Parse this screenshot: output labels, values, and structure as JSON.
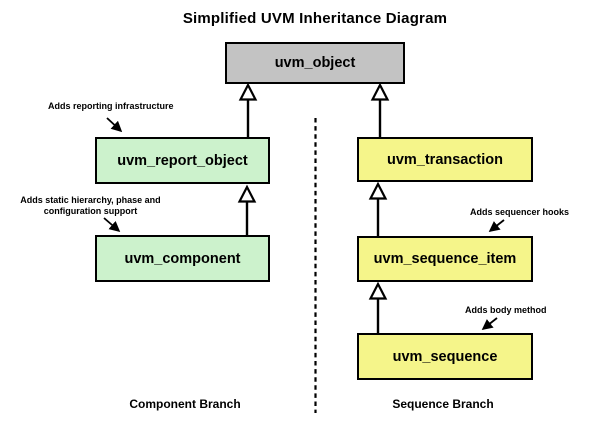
{
  "title": "Simplified UVM Inheritance Diagram",
  "colors": {
    "object_fill": "#c3c3c3",
    "component_branch_fill": "#ccf2cc",
    "sequence_branch_fill": "#f5f58a",
    "border": "#000000",
    "background": "#ffffff"
  },
  "nodes": {
    "uvm_object": {
      "label": "uvm_object",
      "fill": "#c3c3c3"
    },
    "uvm_report_object": {
      "label": "uvm_report_object",
      "fill": "#ccf2cc"
    },
    "uvm_component": {
      "label": "uvm_component",
      "fill": "#ccf2cc"
    },
    "uvm_transaction": {
      "label": "uvm_transaction",
      "fill": "#f5f58a"
    },
    "uvm_sequence_item": {
      "label": "uvm_sequence_item",
      "fill": "#f5f58a"
    },
    "uvm_sequence": {
      "label": "uvm_sequence",
      "fill": "#f5f58a"
    }
  },
  "edges": [
    {
      "child": "uvm_report_object",
      "parent": "uvm_object"
    },
    {
      "child": "uvm_component",
      "parent": "uvm_report_object"
    },
    {
      "child": "uvm_transaction",
      "parent": "uvm_object"
    },
    {
      "child": "uvm_sequence_item",
      "parent": "uvm_transaction"
    },
    {
      "child": "uvm_sequence",
      "parent": "uvm_sequence_item"
    }
  ],
  "annotations": {
    "reporting": "Adds reporting infrastructure",
    "static_hierarchy_line1": "Adds static hierarchy, phase and",
    "static_hierarchy_line2": "configuration support",
    "sequencer_hooks": "Adds sequencer hooks",
    "body_method": "Adds body method"
  },
  "branches": {
    "left": "Component Branch",
    "right": "Sequence Branch"
  }
}
